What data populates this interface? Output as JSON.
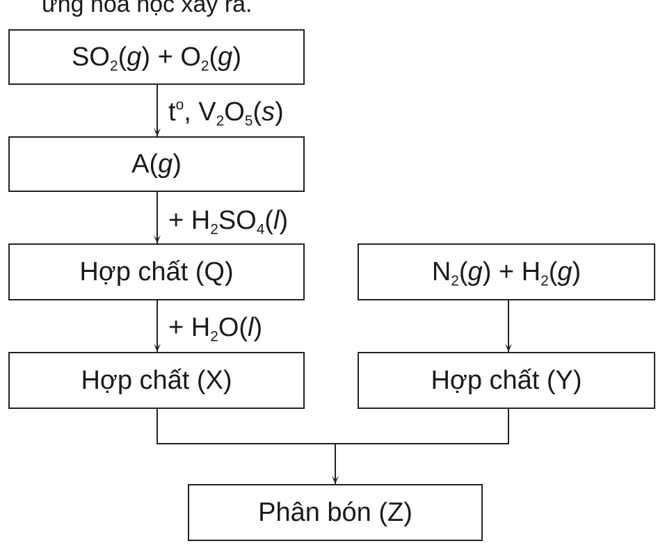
{
  "header": {
    "text": "ứng hoá học xảy ra."
  },
  "nodes": {
    "so2_o2": {
      "parts": [
        "SO",
        "2",
        "(",
        "g",
        ") + O",
        "2",
        "(",
        "g",
        ")"
      ]
    },
    "a": {
      "parts": [
        "A(",
        "g",
        ")"
      ]
    },
    "q": {
      "label": "Hợp chất (Q)"
    },
    "x": {
      "label": "Hợp chất (X)"
    },
    "n2_h2": {
      "parts": [
        "N",
        "2",
        "(",
        "g",
        ") + H",
        "2",
        "(",
        "g",
        ")"
      ]
    },
    "y": {
      "label": "Hợp chất (Y)"
    },
    "z": {
      "label": "Phân bón (Z)"
    }
  },
  "edges": {
    "so2_to_a": {
      "parts": [
        "t",
        "o",
        ", V",
        "2",
        "O",
        "5",
        "(",
        "s",
        ")"
      ]
    },
    "a_to_q": {
      "parts": [
        "+ H",
        "2",
        "SO",
        "4",
        "(",
        "l",
        ")"
      ]
    },
    "q_to_x": {
      "parts": [
        "+ H",
        "2",
        "O(",
        "l",
        ")"
      ]
    }
  }
}
